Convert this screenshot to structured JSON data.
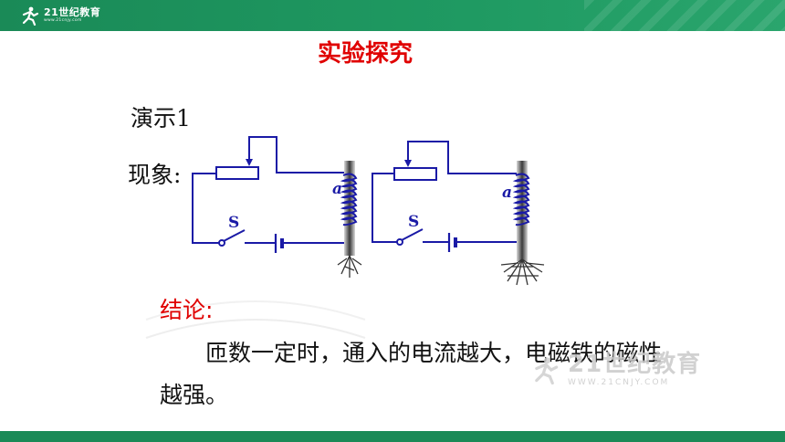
{
  "header": {
    "logo_text": "21世纪教育",
    "logo_url": "www.21cnjy.com",
    "bar_color": "#1a8a57"
  },
  "slide": {
    "title": "实验探究",
    "demo_label": "演示1",
    "phenomenon_label": "现象:",
    "circuit_left": {
      "switch_label": "S",
      "point_label": "a"
    },
    "circuit_right": {
      "switch_label": "S",
      "point_label": "a"
    },
    "conclusion_label": "结论:",
    "conclusion_text": "匝数一定时，通入的电流越大，电磁铁的磁性越强。"
  },
  "watermark": {
    "text": "21世纪教育",
    "url": "WWW.21CNJY.COM"
  },
  "colors": {
    "title": "#e00000",
    "wire": "#1a1aa6",
    "accent_green": "#1a8a57"
  }
}
